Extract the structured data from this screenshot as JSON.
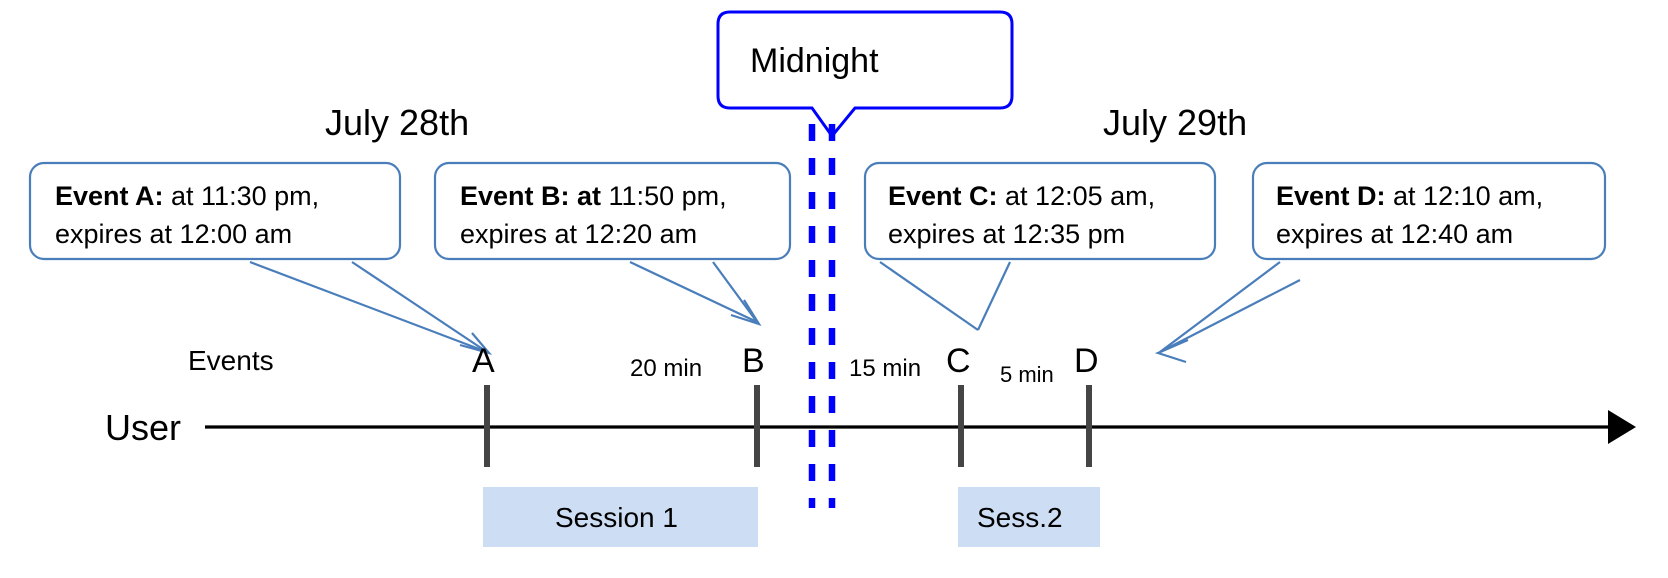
{
  "diagram": {
    "title_bubble": {
      "label": "Midnight"
    },
    "dates": [
      {
        "label": "July 28th"
      },
      {
        "label": "July 29th"
      }
    ],
    "axis": {
      "row_label": "User",
      "events_label": "Events"
    },
    "callouts": [
      {
        "id": "event-a",
        "bold": "Event A:",
        "rest": " at 11:30 pm,",
        "line2": "expires at 12:00 am"
      },
      {
        "id": "event-b",
        "bold": "Event B: at",
        "rest": " 11:50 pm,",
        "line2": "expires at 12:20 am"
      },
      {
        "id": "event-c",
        "bold": "Event C:",
        "rest": " at 12:05 am,",
        "line2": "expires at 12:35 pm"
      },
      {
        "id": "event-d",
        "bold": "Event D:",
        "rest": "  at 12:10 am,",
        "line2": "expires at 12:40 am"
      }
    ],
    "markers": [
      {
        "id": "marker-a",
        "label": "A"
      },
      {
        "id": "marker-b",
        "label": "B"
      },
      {
        "id": "marker-c",
        "label": "C"
      },
      {
        "id": "marker-d",
        "label": "D"
      }
    ],
    "gaps": [
      {
        "id": "gap-ab",
        "label": "20 min"
      },
      {
        "id": "gap-bc",
        "label": "15 min"
      },
      {
        "id": "gap-cd",
        "label": "5 min"
      }
    ],
    "sessions": [
      {
        "id": "session-1",
        "label": "Session 1"
      },
      {
        "id": "session-2",
        "label": "Sess.2"
      }
    ],
    "colors": {
      "callout_border": "#4a7ebb",
      "midnight_border": "#0000ff",
      "session_fill": "#cdddf4",
      "tick": "#454545",
      "axis": "#000000"
    }
  }
}
